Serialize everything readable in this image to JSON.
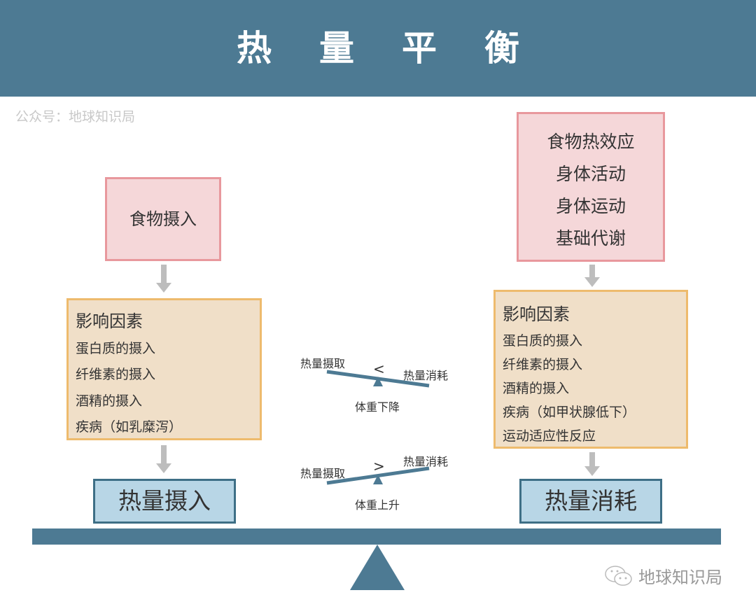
{
  "header": {
    "title": "热量平衡"
  },
  "account": "公众号：地球知识局",
  "left": {
    "source": "食物摄入",
    "factors_title": "影响因素",
    "factors": [
      "蛋白质的摄入",
      "纤维素的摄入",
      "酒精的摄入",
      "疾病（如乳糜泻）"
    ],
    "result": "热量摄入"
  },
  "right": {
    "sources": [
      "食物热效应",
      "身体活动",
      "身体运动",
      "基础代谢"
    ],
    "factors_title": "影响因素",
    "factors": [
      "蛋白质的摄入",
      "纤维素的摄入",
      "酒精的摄入",
      "疾病（如甲状腺低下）",
      "运动适应性反应"
    ],
    "result": "热量消耗"
  },
  "seesaw_down": {
    "left": "热量摄取",
    "op": "<",
    "right": "热量消耗",
    "result": "体重下降"
  },
  "seesaw_up": {
    "left": "热量摄取",
    "op": ">",
    "right": "热量消耗",
    "result": "体重上升"
  },
  "watermark": "地球知识局",
  "colors": {
    "primary": "#4d7a93",
    "pink": "#f5d7d9",
    "orange": "#f0dfc8",
    "blue": "#b8d6e6"
  }
}
